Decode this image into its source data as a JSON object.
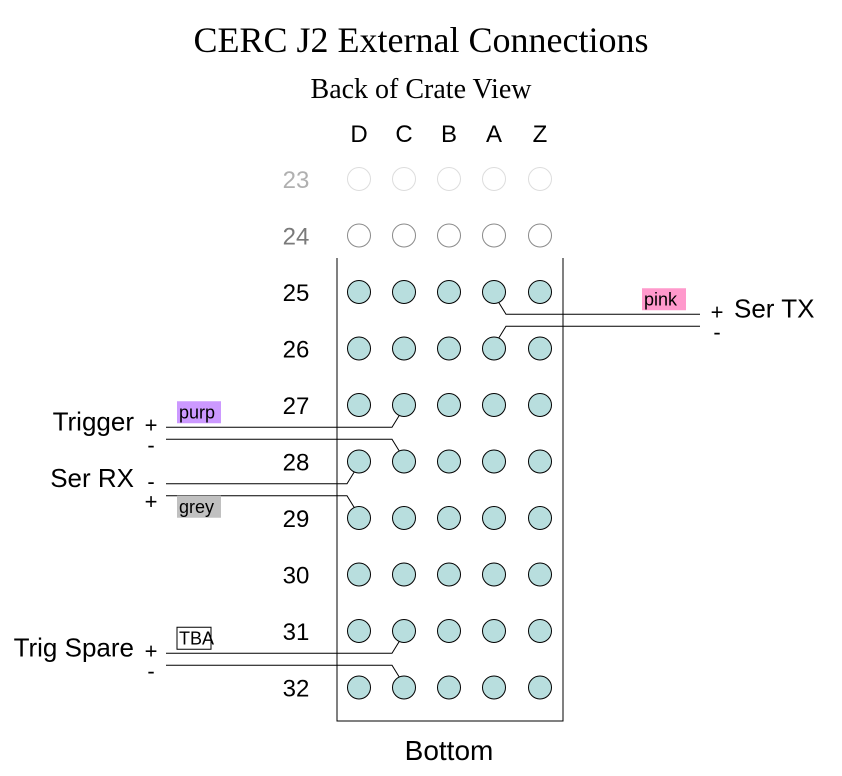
{
  "title": "CERC J2 External Connections",
  "subtitle": "Back of Crate View",
  "footer": "Bottom",
  "columns": [
    "D",
    "C",
    "B",
    "A",
    "Z"
  ],
  "rows": [
    {
      "label": "23",
      "state": "faded"
    },
    {
      "label": "24",
      "state": "empty"
    },
    {
      "label": "25",
      "state": "filled"
    },
    {
      "label": "26",
      "state": "filled"
    },
    {
      "label": "27",
      "state": "filled"
    },
    {
      "label": "28",
      "state": "filled"
    },
    {
      "label": "29",
      "state": "filled"
    },
    {
      "label": "30",
      "state": "filled"
    },
    {
      "label": "31",
      "state": "filled"
    },
    {
      "label": "32",
      "state": "filled"
    }
  ],
  "connections": [
    {
      "label": "Trigger",
      "side": "left",
      "wire_tag": "purp",
      "tag_color": "#cc99ff",
      "polarity": [
        "+",
        "-"
      ],
      "pins": [
        {
          "col": "C",
          "row": "27"
        },
        {
          "col": "C",
          "row": "28"
        }
      ]
    },
    {
      "label": "Ser RX",
      "side": "left",
      "wire_tag": "grey",
      "tag_color": "#c0c0c0",
      "polarity": [
        "-",
        "+"
      ],
      "pins": [
        {
          "col": "D",
          "row": "28"
        },
        {
          "col": "D",
          "row": "29"
        }
      ]
    },
    {
      "label": "Trig Spare",
      "side": "left",
      "wire_tag": "TBA",
      "tag_color": "#ffffff",
      "polarity": [
        "+",
        "-"
      ],
      "pins": [
        {
          "col": "C",
          "row": "31"
        },
        {
          "col": "C",
          "row": "32"
        }
      ]
    },
    {
      "label": "Ser TX",
      "side": "right",
      "wire_tag": "pink",
      "tag_color": "#ff99cc",
      "polarity": [
        "+",
        "-"
      ],
      "pins": [
        {
          "col": "A",
          "row": "25"
        },
        {
          "col": "A",
          "row": "26"
        }
      ]
    }
  ],
  "colors": {
    "pin_fill": "#b8dede",
    "pin_stroke": "#000000",
    "empty_pin_stroke": "#8a8a8a",
    "faded_pin_stroke": "#dddddd",
    "faded_row_label": "#b0b0b0",
    "empty_row_label": "#7a7a7a"
  }
}
